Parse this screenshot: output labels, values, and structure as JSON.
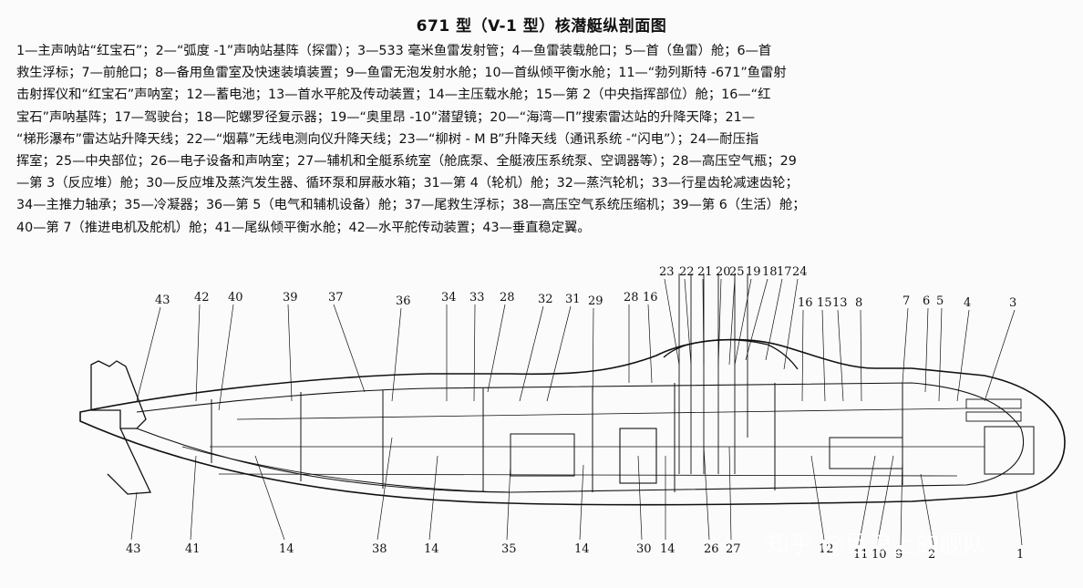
{
  "title": "671 型（V-1 型）核潜艇纵剖面图",
  "legend_lines": [
    "1—主声呐站“红宝石”；2—“弧度 -1”声呐站基阵（探雷）；3—533 毫米鱼雷发射管；4—鱼雷装载舱口；5—首（鱼雷）舱；6—首",
    "救生浮标；7—前舱口；8—备用鱼雷室及快速装填装置；9—鱼雷无泡发射水舱；10—首纵倾平衡水舱；11—“勃列斯特 -671”鱼雷射",
    "击射挥仪和“红宝石”声呐室；12—蓄电池；13—首水平舵及传动装置；14—主压载水舱；15—第 2（中央指挥部位）舱；16—“红",
    "宝石”声呐基阵；17—驾驶台；18—陀螺罗径复示器；19—“奥里昂 -10”潜望镜；20—“海湾—Π”搜索雷达站的升降天降；21—",
    "“梯形瀑布”雷达站升降天线；22—“烟幕”无线电测向仪升降天线；23—“柳树 - M B”升降天线（通讯系统 -“闪电”）；24—耐压指",
    "挥室；25—中央部位；26—电子设备和声呐室；27—辅机和全艇系统室（舱底泵、全艇液压系统泵、空调器等）；28—高压空气瓶；29",
    "—第 3（反应堆）舱；30—反应堆及蒸汽发生器、循环泵和屏蔽水箱；31—第 4（轮机）舱；32—蒸汽轮机；33—行星齿轮减速齿轮；",
    "34—主推力轴承；35—冷凝器；36—第 5（电气和辅机设备）舱；37—尾救生浮标；38—高压空气系统压缩机；39—第 6（生活）舱；",
    "40—第 7（推进电机及舵机）舱；41—尾纵倾平衡水舱；42—水平舵传动装置；43—垂直稳定翼。"
  ],
  "top_labels": [
    "23",
    "22",
    "21",
    "20",
    "25",
    "19",
    "18",
    "17",
    "24",
    "43",
    "42",
    "40",
    "39",
    "37",
    "36",
    "34",
    "33",
    "28",
    "32",
    "31",
    "29",
    "28",
    "16",
    "16",
    "15",
    "13",
    "8",
    "7",
    "6",
    "5",
    "4",
    "3"
  ],
  "bottom_labels": [
    "43",
    "41",
    "14",
    "38",
    "14",
    "35",
    "14",
    "30",
    "14",
    "26",
    "27",
    "12",
    "11",
    "10",
    "9",
    "2",
    "1"
  ],
  "watermark": "知乎 @巨浪上的舰队",
  "colors": {
    "ink": "#111111",
    "paper": "#fbfbfb",
    "watermark": "#ffffff"
  }
}
